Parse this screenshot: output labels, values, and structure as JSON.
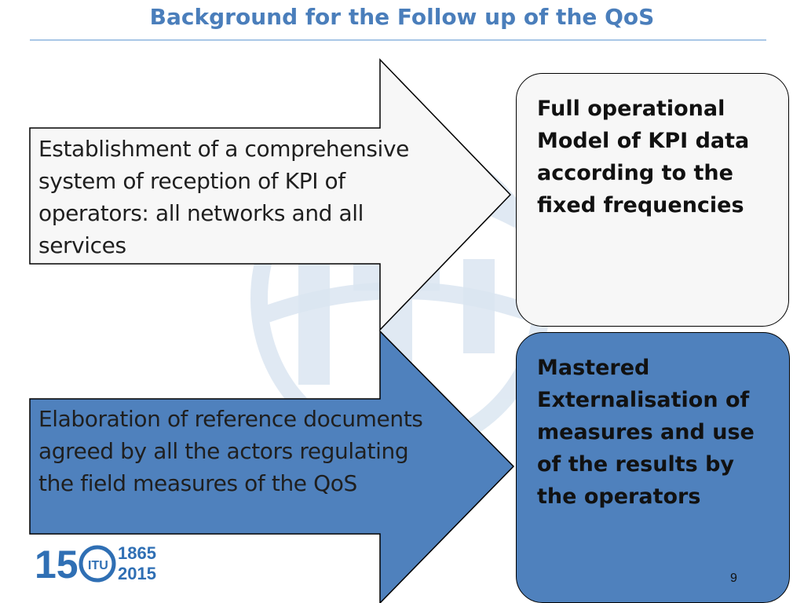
{
  "slide": {
    "title": "Background for  the Follow  up of the QoS",
    "page_number": "9"
  },
  "arrows": [
    {
      "text": "Establishment of a comprehensive system of reception of KPI of operators: all networks and all services"
    },
    {
      "text": "Elaboration of reference documents agreed by all the actors  regulating the field measures  of the QoS"
    }
  ],
  "boxes": [
    {
      "text": "Full  operational Model of  KPI data according to the fixed frequencies"
    },
    {
      "text": "Mastered Externalisation of measures and use of the results by the operators"
    }
  ],
  "logo": {
    "text_150": "150",
    "years": "1865 2015",
    "year_start": "1865",
    "year_end": "2015",
    "emblem_text": "ITU"
  },
  "colors": {
    "title": "#4a7ebb",
    "accent_blue": "#4f81bd",
    "light_fill": "#f7f7f7",
    "watermark": "#dbe6f1"
  }
}
